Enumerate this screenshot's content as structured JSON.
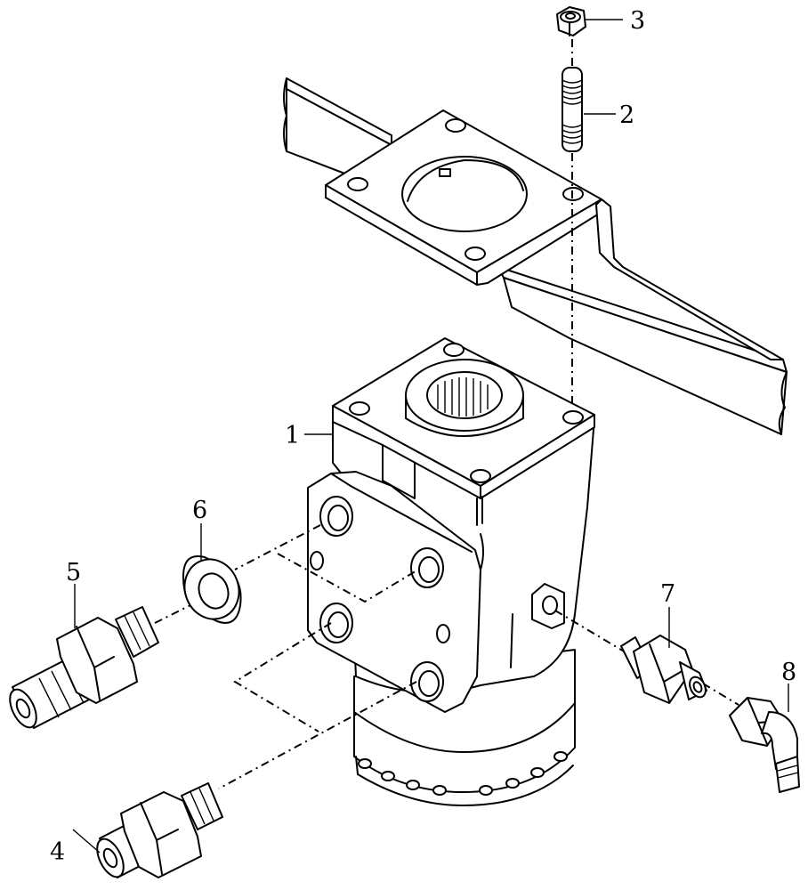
{
  "diagram": {
    "callouts": [
      "1",
      "2",
      "3",
      "4",
      "5",
      "6",
      "7",
      "8"
    ],
    "parts": [
      {
        "number": "1",
        "part": "steering-control-unit"
      },
      {
        "number": "2",
        "part": "stud"
      },
      {
        "number": "3",
        "part": "hex-nut"
      },
      {
        "number": "4",
        "part": "hose-adapter-fitting"
      },
      {
        "number": "5",
        "part": "hose-adapter-fitting"
      },
      {
        "number": "6",
        "part": "sealing-washer"
      },
      {
        "number": "7",
        "part": "straight-adapter-fitting"
      },
      {
        "number": "8",
        "part": "elbow-fitting"
      }
    ],
    "colors": {
      "line": "#000000",
      "background": "#ffffff"
    }
  }
}
